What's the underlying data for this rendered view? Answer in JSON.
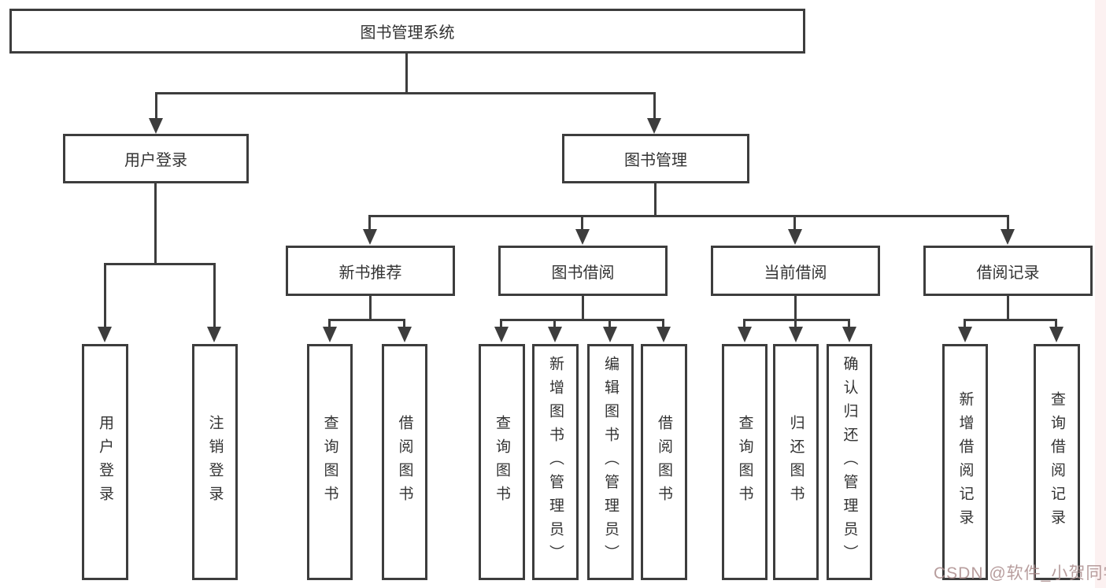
{
  "nodes": {
    "root": "图书管理系统",
    "user_login": "用户登录",
    "book_mgmt": "图书管理",
    "new_book_rec": "新书推荐",
    "book_borrow": "图书借阅",
    "current_borrow": "当前借阅",
    "borrow_records": "借阅记录",
    "leaf_user_login": "用户登录",
    "leaf_logout": "注销登录",
    "leaf_query_book_a": "查询图书",
    "leaf_borrow_book_a": "借阅图书",
    "leaf_query_book_b": "查询图书",
    "leaf_add_book": "新增图书（管理员）",
    "leaf_edit_book": "编辑图书（管理员）",
    "leaf_borrow_book_b": "借阅图书",
    "leaf_query_book_c": "查询图书",
    "leaf_return_book": "归还图书",
    "leaf_confirm_return": "确认归还（管理员）",
    "leaf_add_record": "新增借阅记录",
    "leaf_query_record": "查询借阅记录"
  },
  "watermark": "CSDN @软件_小贺同学",
  "colors": {
    "line": "#3d3d3d",
    "box_border": "#3d3d3d",
    "background": "#ffffff",
    "watermark_text": "#aa8c8c",
    "right_edge_tint": "#fcf1f1"
  }
}
